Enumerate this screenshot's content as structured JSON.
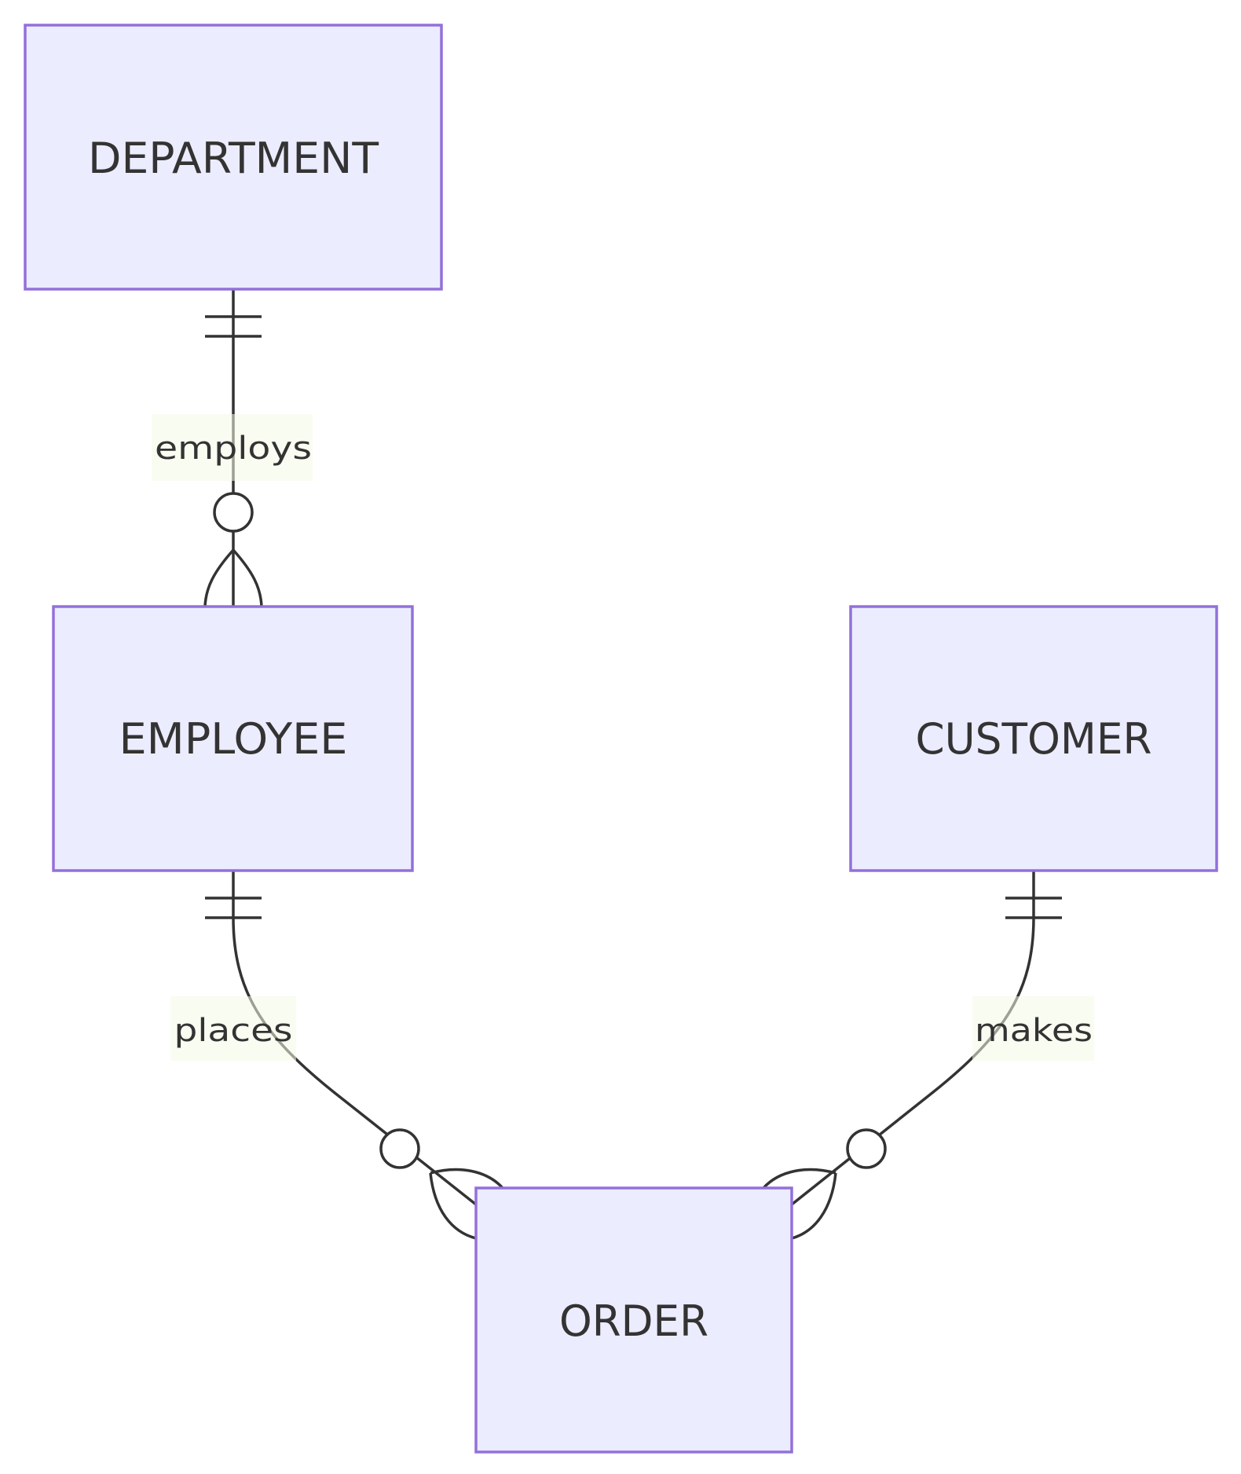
{
  "diagram": {
    "type": "entity-relationship",
    "colors": {
      "entity_fill": "#ECECFF",
      "entity_border": "#9370DB",
      "line": "#333333",
      "text": "#333333"
    },
    "entities": [
      {
        "id": "department",
        "label": "DEPARTMENT"
      },
      {
        "id": "employee",
        "label": "EMPLOYEE"
      },
      {
        "id": "customer",
        "label": "CUSTOMER"
      },
      {
        "id": "order",
        "label": "ORDER"
      }
    ],
    "relationships": [
      {
        "from": "DEPARTMENT",
        "to": "EMPLOYEE",
        "label": "employs",
        "from_cardinality": "exactly-one",
        "to_cardinality": "zero-or-more"
      },
      {
        "from": "EMPLOYEE",
        "to": "ORDER",
        "label": "places",
        "from_cardinality": "exactly-one",
        "to_cardinality": "zero-or-more"
      },
      {
        "from": "CUSTOMER",
        "to": "ORDER",
        "label": "makes",
        "from_cardinality": "exactly-one",
        "to_cardinality": "zero-or-more"
      }
    ]
  }
}
